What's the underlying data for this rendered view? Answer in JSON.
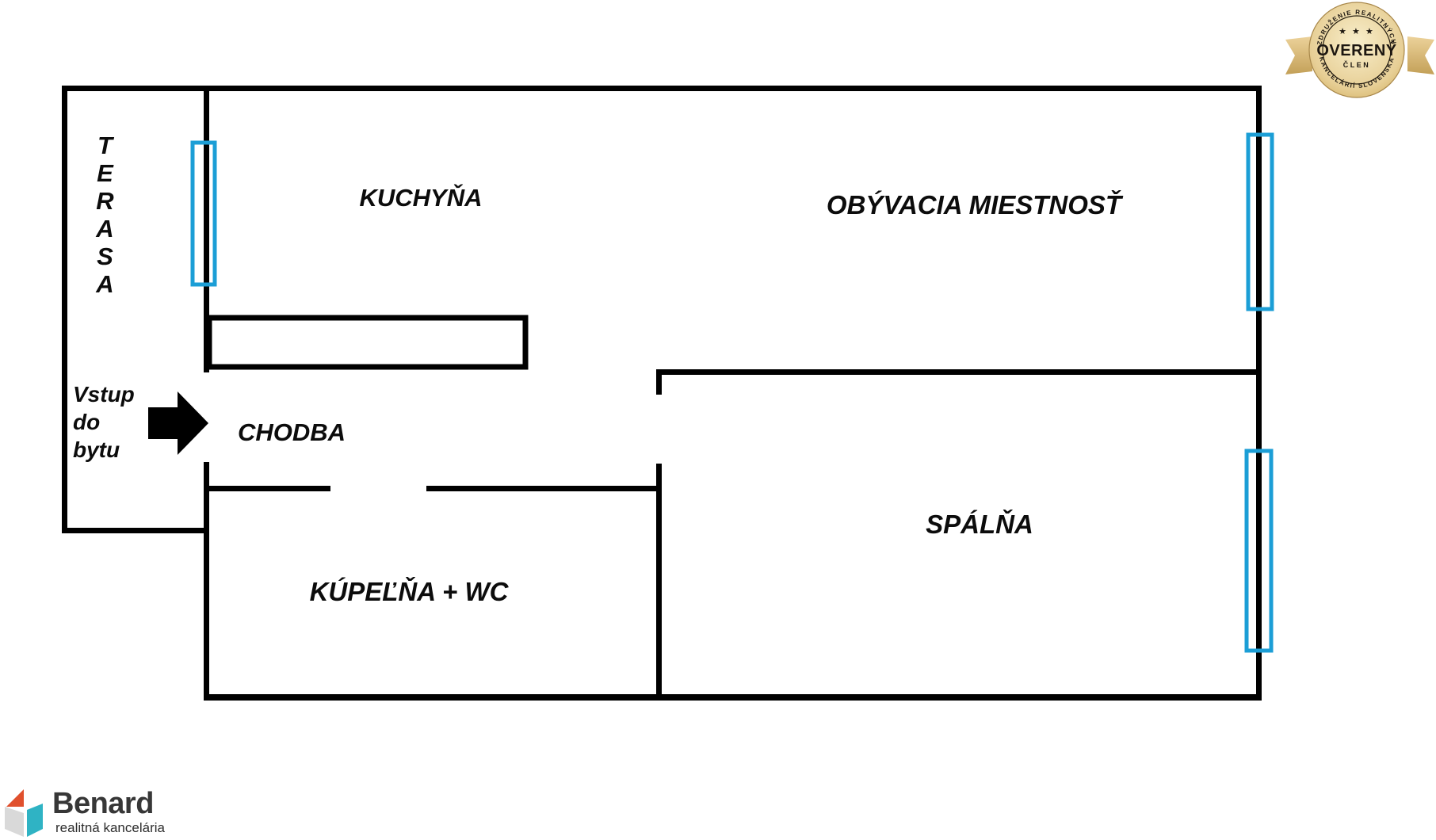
{
  "rooms": {
    "terasa": "T\nE\nR\nA\nS\nA",
    "kuchyna": "KUCHYŇA",
    "obyvacia": "OBÝVACIA MIESTNOSŤ",
    "chodba": "CHODBA",
    "kupelna": "KÚPEĽŇA + WC",
    "spalna": "SPÁLŇA"
  },
  "entrance": {
    "label": "Vstup\ndo\nbytu"
  },
  "badge": {
    "arc_top": "ZDRUŽENIE REALITNÝCH",
    "stars": "★ ★ ★",
    "title": "OVERENÝ",
    "subtitle": "ČLEN",
    "arc_bottom": "KANCELÁRIÍ SLOVENSKA"
  },
  "logo": {
    "name": "Benard",
    "tagline": "realitná kancelária"
  },
  "colors": {
    "wall": "#000000",
    "window": "#1b9ed6",
    "badge-gold-light": "#f8eecb",
    "badge-gold-dark": "#d7b76d",
    "badge-ribbon-light": "#ecd29a",
    "badge-ribbon-dark": "#c3a058",
    "badge-text": "#1c1610",
    "logo-orange": "#e0502d",
    "logo-teal": "#2fb3c4",
    "logo-gray": "#d9d9d9"
  }
}
